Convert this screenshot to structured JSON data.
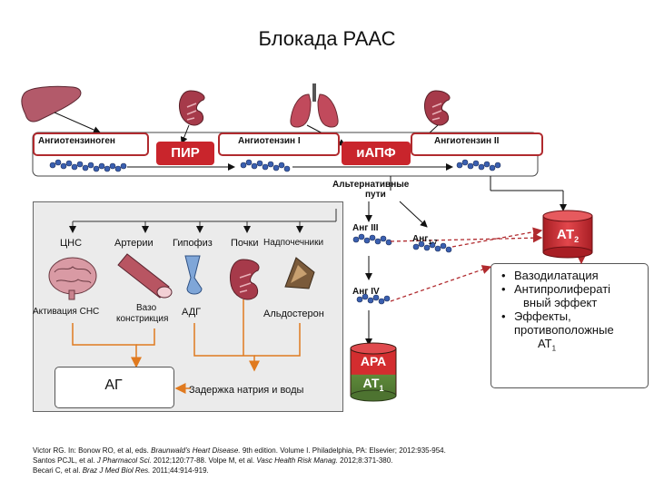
{
  "title": "Блокада РААС",
  "top_row": {
    "angiotensinogen": "Ангиотензиноген",
    "pir": "ПИР",
    "angiotensin1": "Ангиотензин I",
    "iapf": "иАПФ",
    "angiotensin2": "Ангиотензин II",
    "alt_paths_1": "Альтернативные",
    "alt_paths_2": "пути"
  },
  "effects": {
    "cns": "ЦНС",
    "arteries": "Артерии",
    "pituitary": "Гипофиз",
    "kidneys": "Почки",
    "adrenals": "Надпочечники",
    "sns_activation": "Активация СНС",
    "vaso": "Вазо",
    "constriction": "констрикция",
    "adh": "АДГ",
    "aldosterone": "Альдостерон",
    "ag": "АГ",
    "sodium_retention": "Задержка натрия и воды"
  },
  "angiotensins": {
    "ang3": "Анг III",
    "ang17_main": "Анг",
    "ang17_sub": "1-7",
    "ang4": "Анг IV",
    "at2_main": "АТ",
    "at2_sub": "2",
    "ara": "АРА",
    "at1_main": "АТ",
    "at1_sub": "1"
  },
  "at2_effects": {
    "item1": "Вазодилатация",
    "item2_l1": "Антипролифераті",
    "item2_l2": "вный эффект",
    "item3_l1": "Эффекты,",
    "item3_l2": "противоположные",
    "item3_l3_main": "АТ",
    "item3_l3_sub": "1"
  },
  "references": {
    "ref1_a": "Victor RG. In: Bonow RO, et al, eds. ",
    "ref1_i": "Braunwald's Heart Disease.",
    "ref1_b": " 9th edition. Volume I. Philadelphia, PA: Elsevier; 2012:935-954.",
    "ref2_a": "Santos PCJL, et al. ",
    "ref2_i": "J Pharmacol Sci.",
    "ref2_b": " 2012;120:77-88. Volpe M, et al. ",
    "ref2_i2": "Vasc Health Risk Manag.",
    "ref2_c": " 2012;8:371-380.",
    "ref3_a": "Becari C, et al. ",
    "ref3_i": "Braz J Med Biol Res.",
    "ref3_b": " 2011;44:914-919."
  },
  "colors": {
    "red": "#c9252c",
    "dark_red": "#b02a2e",
    "orange_arrow": "#e07a1f",
    "green_ara": "#5e8a3a",
    "panel_gray": "#ebebeb",
    "bead_blue": "#3a5fb0",
    "organ_liver": "#b35a6a",
    "organ_kidney": "#a63a4a"
  },
  "icons": [
    "liver-icon",
    "lungs-icon",
    "kidney-icon",
    "brain-icon",
    "artery-icon",
    "pituitary-icon",
    "adrenal-icon"
  ]
}
